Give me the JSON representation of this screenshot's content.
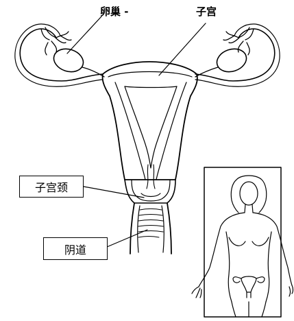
{
  "labels": {
    "ovary": "卵巢 -",
    "uterus": "子宫",
    "cervix": "子宫颈",
    "vagina": "阴道"
  }
}
